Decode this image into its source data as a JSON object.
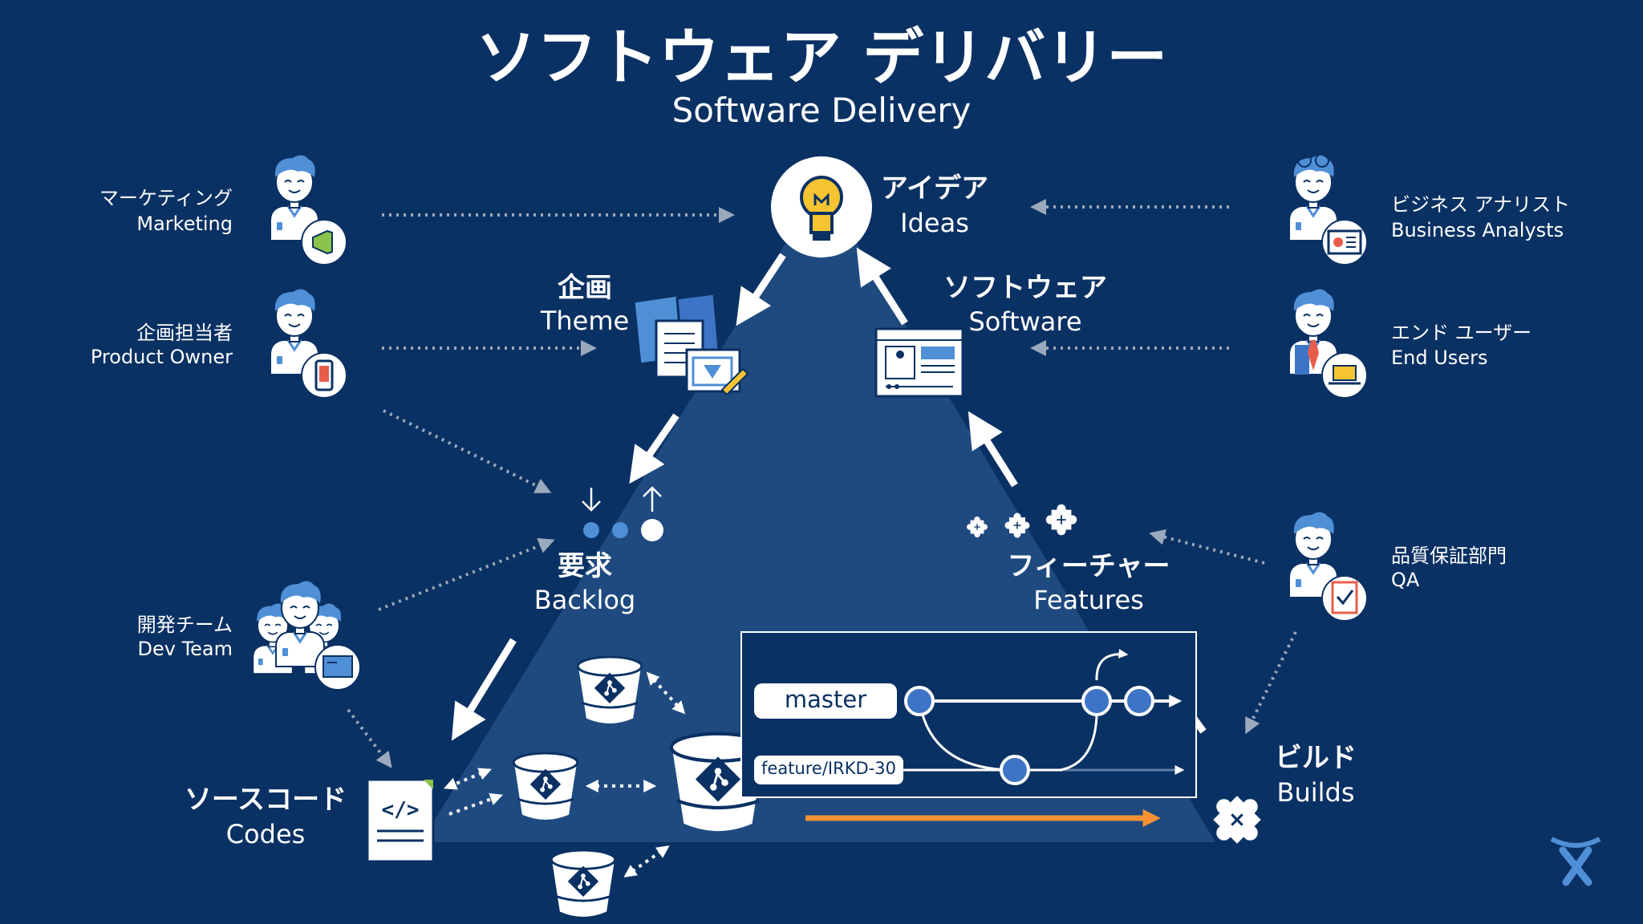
{
  "title": {
    "ja": "ソフトウェア デリバリー",
    "en": "Software Delivery"
  },
  "stages": {
    "ideas": {
      "ja": "アイデア",
      "en": "Ideas"
    },
    "theme": {
      "ja": "企画",
      "en": "Theme"
    },
    "software": {
      "ja": "ソフトウェア",
      "en": "Software"
    },
    "backlog": {
      "ja": "要求",
      "en": "Backlog"
    },
    "features": {
      "ja": "フィーチャー",
      "en": "Features"
    },
    "codes": {
      "ja": "ソースコード",
      "en": "Codes"
    },
    "builds": {
      "ja": "ビルド",
      "en": "Builds"
    }
  },
  "roles": {
    "marketing": {
      "ja": "マーケティング",
      "en": "Marketing"
    },
    "product_owner": {
      "ja": "企画担当者",
      "en": "Product Owner"
    },
    "dev_team": {
      "ja": "開発チーム",
      "en": "Dev Team"
    },
    "business_analysts": {
      "ja": "ビジネス アナリスト",
      "en": "Business Analysts"
    },
    "end_users": {
      "ja": "エンド ユーザー",
      "en": "End Users"
    },
    "qa": {
      "ja": "品質保証部門",
      "en": "QA"
    }
  },
  "git": {
    "master_label": "master",
    "feature_label": "feature/IRKD-30"
  },
  "colors": {
    "background": "#0a3163",
    "triangle": "#1e4a80",
    "accent_blue": "#4f8fd6",
    "commit_blue": "#3d74c5",
    "orange": "#f79232"
  },
  "icons": {
    "ideas": "lightbulb-icon",
    "theme": "documents-icon",
    "software": "web-app-icon",
    "features": "puzzle-icon",
    "builds": "puzzle-icon",
    "codes": "code-file-icon",
    "repos": "git-bucket-icon",
    "logo": "atlassian-logo-icon"
  }
}
